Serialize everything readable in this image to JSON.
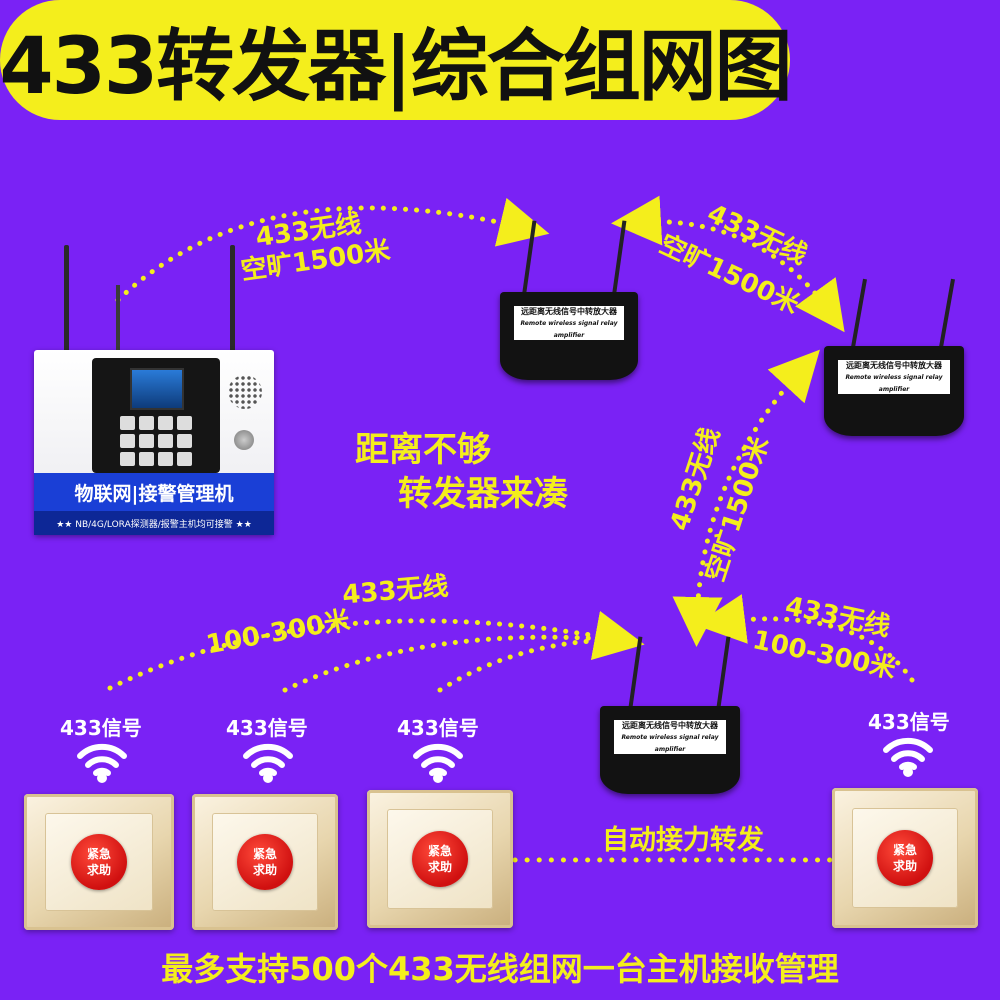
{
  "title": "433转发器|综合组网图",
  "links": {
    "host_to_relay1": {
      "line1": "433无线",
      "line2": "空旷1500米"
    },
    "relay1_to_relay2": {
      "line1": "433无线",
      "line2": "空旷1500米"
    },
    "relay2_to_relay3": {
      "line1": "433无线",
      "line2": "空旷1500米"
    },
    "buttons_to_relay3": {
      "line1": "433无线",
      "line2": "100-300米"
    },
    "right_button_to_relay3": {
      "line1": "433无线",
      "line2": "100-300米"
    }
  },
  "center_note": {
    "line1": "距离不够",
    "line2": "转发器来凑"
  },
  "host": {
    "banner": "物联网|接警管理机",
    "subbanner": "★★ NB/4G/LORA探测器/报警主机均可接警 ★★"
  },
  "repeater_label": {
    "cn": "远距离无线信号中转放大器",
    "en": "Remote wireless signal relay amplifier"
  },
  "signal_label": "433信号",
  "button_label": {
    "line1": "紧急",
    "line2": "求助"
  },
  "relay_caption": "自动接力转发",
  "footer": "最多支持500个433无线组网一台主机接收管理",
  "colors": {
    "background": "#7a22f5",
    "accent": "#f4ee1c",
    "alarm_red": "#d01010"
  }
}
